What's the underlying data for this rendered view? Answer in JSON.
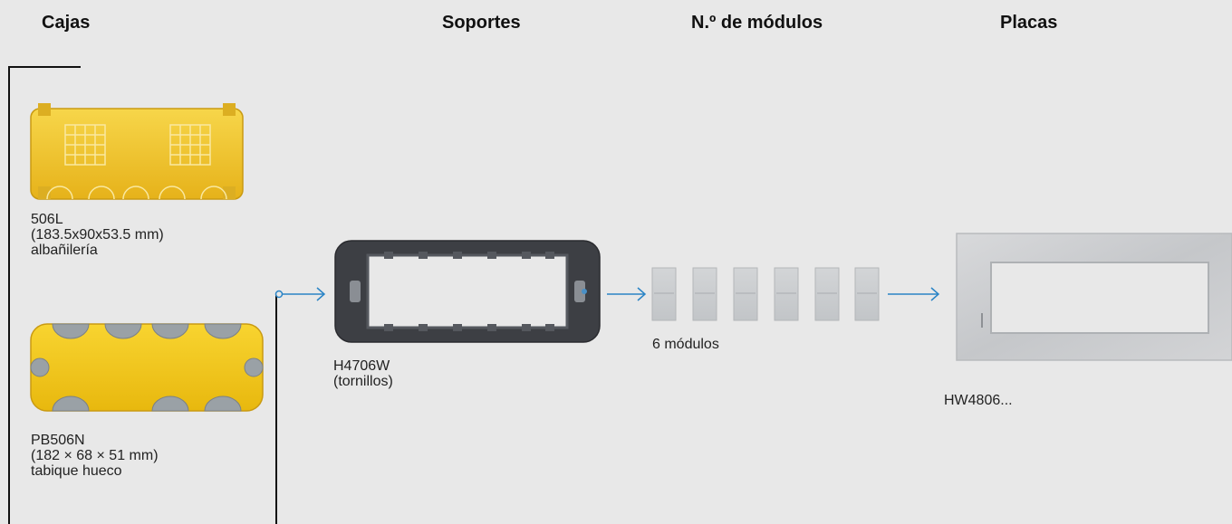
{
  "columns": {
    "cajas": "Cajas",
    "soportes": "Soportes",
    "modulos": "N.º de módulos",
    "placas": "Placas"
  },
  "boxes": [
    {
      "code": "506L",
      "dims": "(183.5x90x53.5 mm)",
      "use": "albañilería",
      "image": "yellow-masonry-box"
    },
    {
      "code": "PB506N",
      "dims": "(182 × 68 × 51 mm)",
      "use": "tabique hueco",
      "image": "yellow-drywall-box"
    }
  ],
  "support": {
    "code": "H4706W",
    "note": "(tornillos)",
    "image": "dark-support-frame"
  },
  "modules": {
    "label": "6 módulos",
    "count": 6,
    "image": "module-white"
  },
  "plate": {
    "code": "HW4806...",
    "image": "silver-cover-plate"
  },
  "colors": {
    "arrow": "#2a84c6",
    "line": "#111111",
    "box_yellow": "#f2c52c",
    "support": "#3d3f44",
    "plate": "#cfd0d2"
  }
}
